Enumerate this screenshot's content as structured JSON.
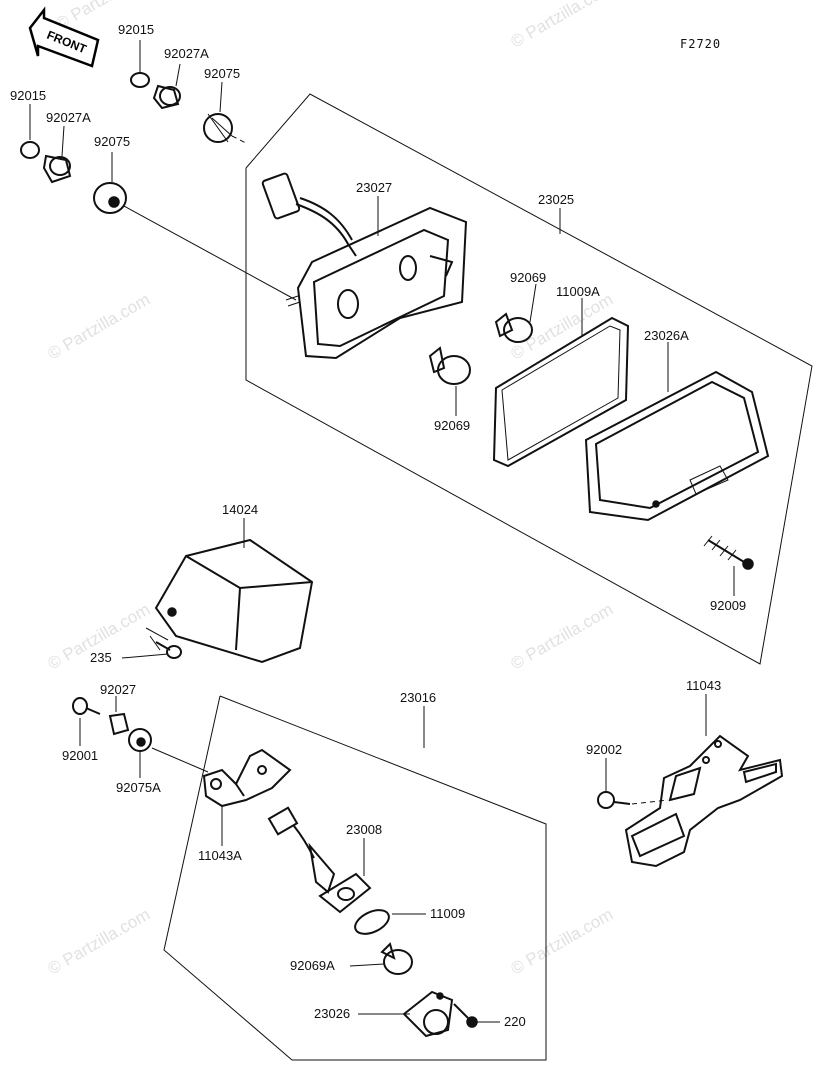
{
  "diagram": {
    "code": "F2720",
    "front_label": "FRONT",
    "watermark": "© Partzilla.com",
    "labels": {
      "p92015_a": "92015",
      "p92027a_a": "92027A",
      "p92075_a": "92075",
      "p92015_b": "92015",
      "p92027a_b": "92027A",
      "p92075_b": "92075",
      "p23027": "23027",
      "p23025": "23025",
      "p92069_a": "92069",
      "p11009a": "11009A",
      "p23026a": "23026A",
      "p92069_b": "92069",
      "p14024": "14024",
      "p235": "235",
      "p92009": "92009",
      "p23016": "23016",
      "p11043": "11043",
      "p92027": "92027",
      "p92001": "92001",
      "p92075a": "92075A",
      "p92002": "92002",
      "p11043a": "11043A",
      "p23008": "23008",
      "p11009": "11009",
      "p92069a": "92069A",
      "p23026": "23026",
      "p220": "220"
    }
  }
}
